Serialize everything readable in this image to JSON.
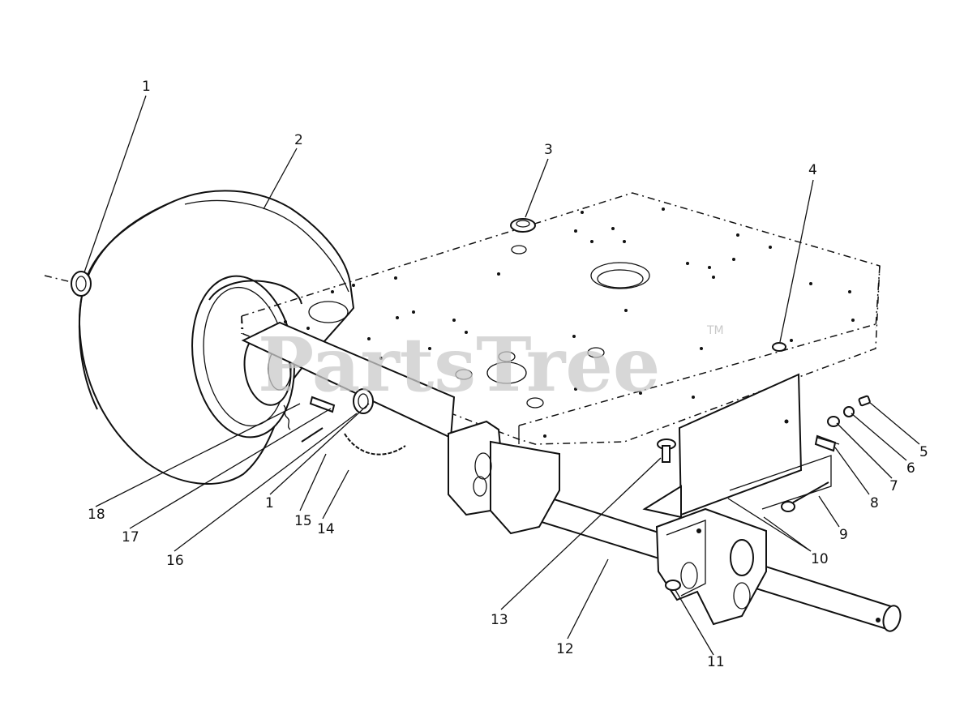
{
  "watermark": {
    "text": "PartsTree",
    "trademark": "TM"
  },
  "callouts": [
    {
      "id": "1a",
      "label": "1"
    },
    {
      "id": "2",
      "label": "2"
    },
    {
      "id": "3",
      "label": "3"
    },
    {
      "id": "4",
      "label": "4"
    },
    {
      "id": "5",
      "label": "5"
    },
    {
      "id": "6",
      "label": "6"
    },
    {
      "id": "7",
      "label": "7"
    },
    {
      "id": "8",
      "label": "8"
    },
    {
      "id": "9",
      "label": "9"
    },
    {
      "id": "10",
      "label": "10"
    },
    {
      "id": "11",
      "label": "11"
    },
    {
      "id": "12",
      "label": "12"
    },
    {
      "id": "13",
      "label": "13"
    },
    {
      "id": "14",
      "label": "14"
    },
    {
      "id": "15",
      "label": "15"
    },
    {
      "id": "1b",
      "label": "1"
    },
    {
      "id": "16",
      "label": "16"
    },
    {
      "id": "17",
      "label": "17"
    },
    {
      "id": "18",
      "label": "18"
    }
  ]
}
